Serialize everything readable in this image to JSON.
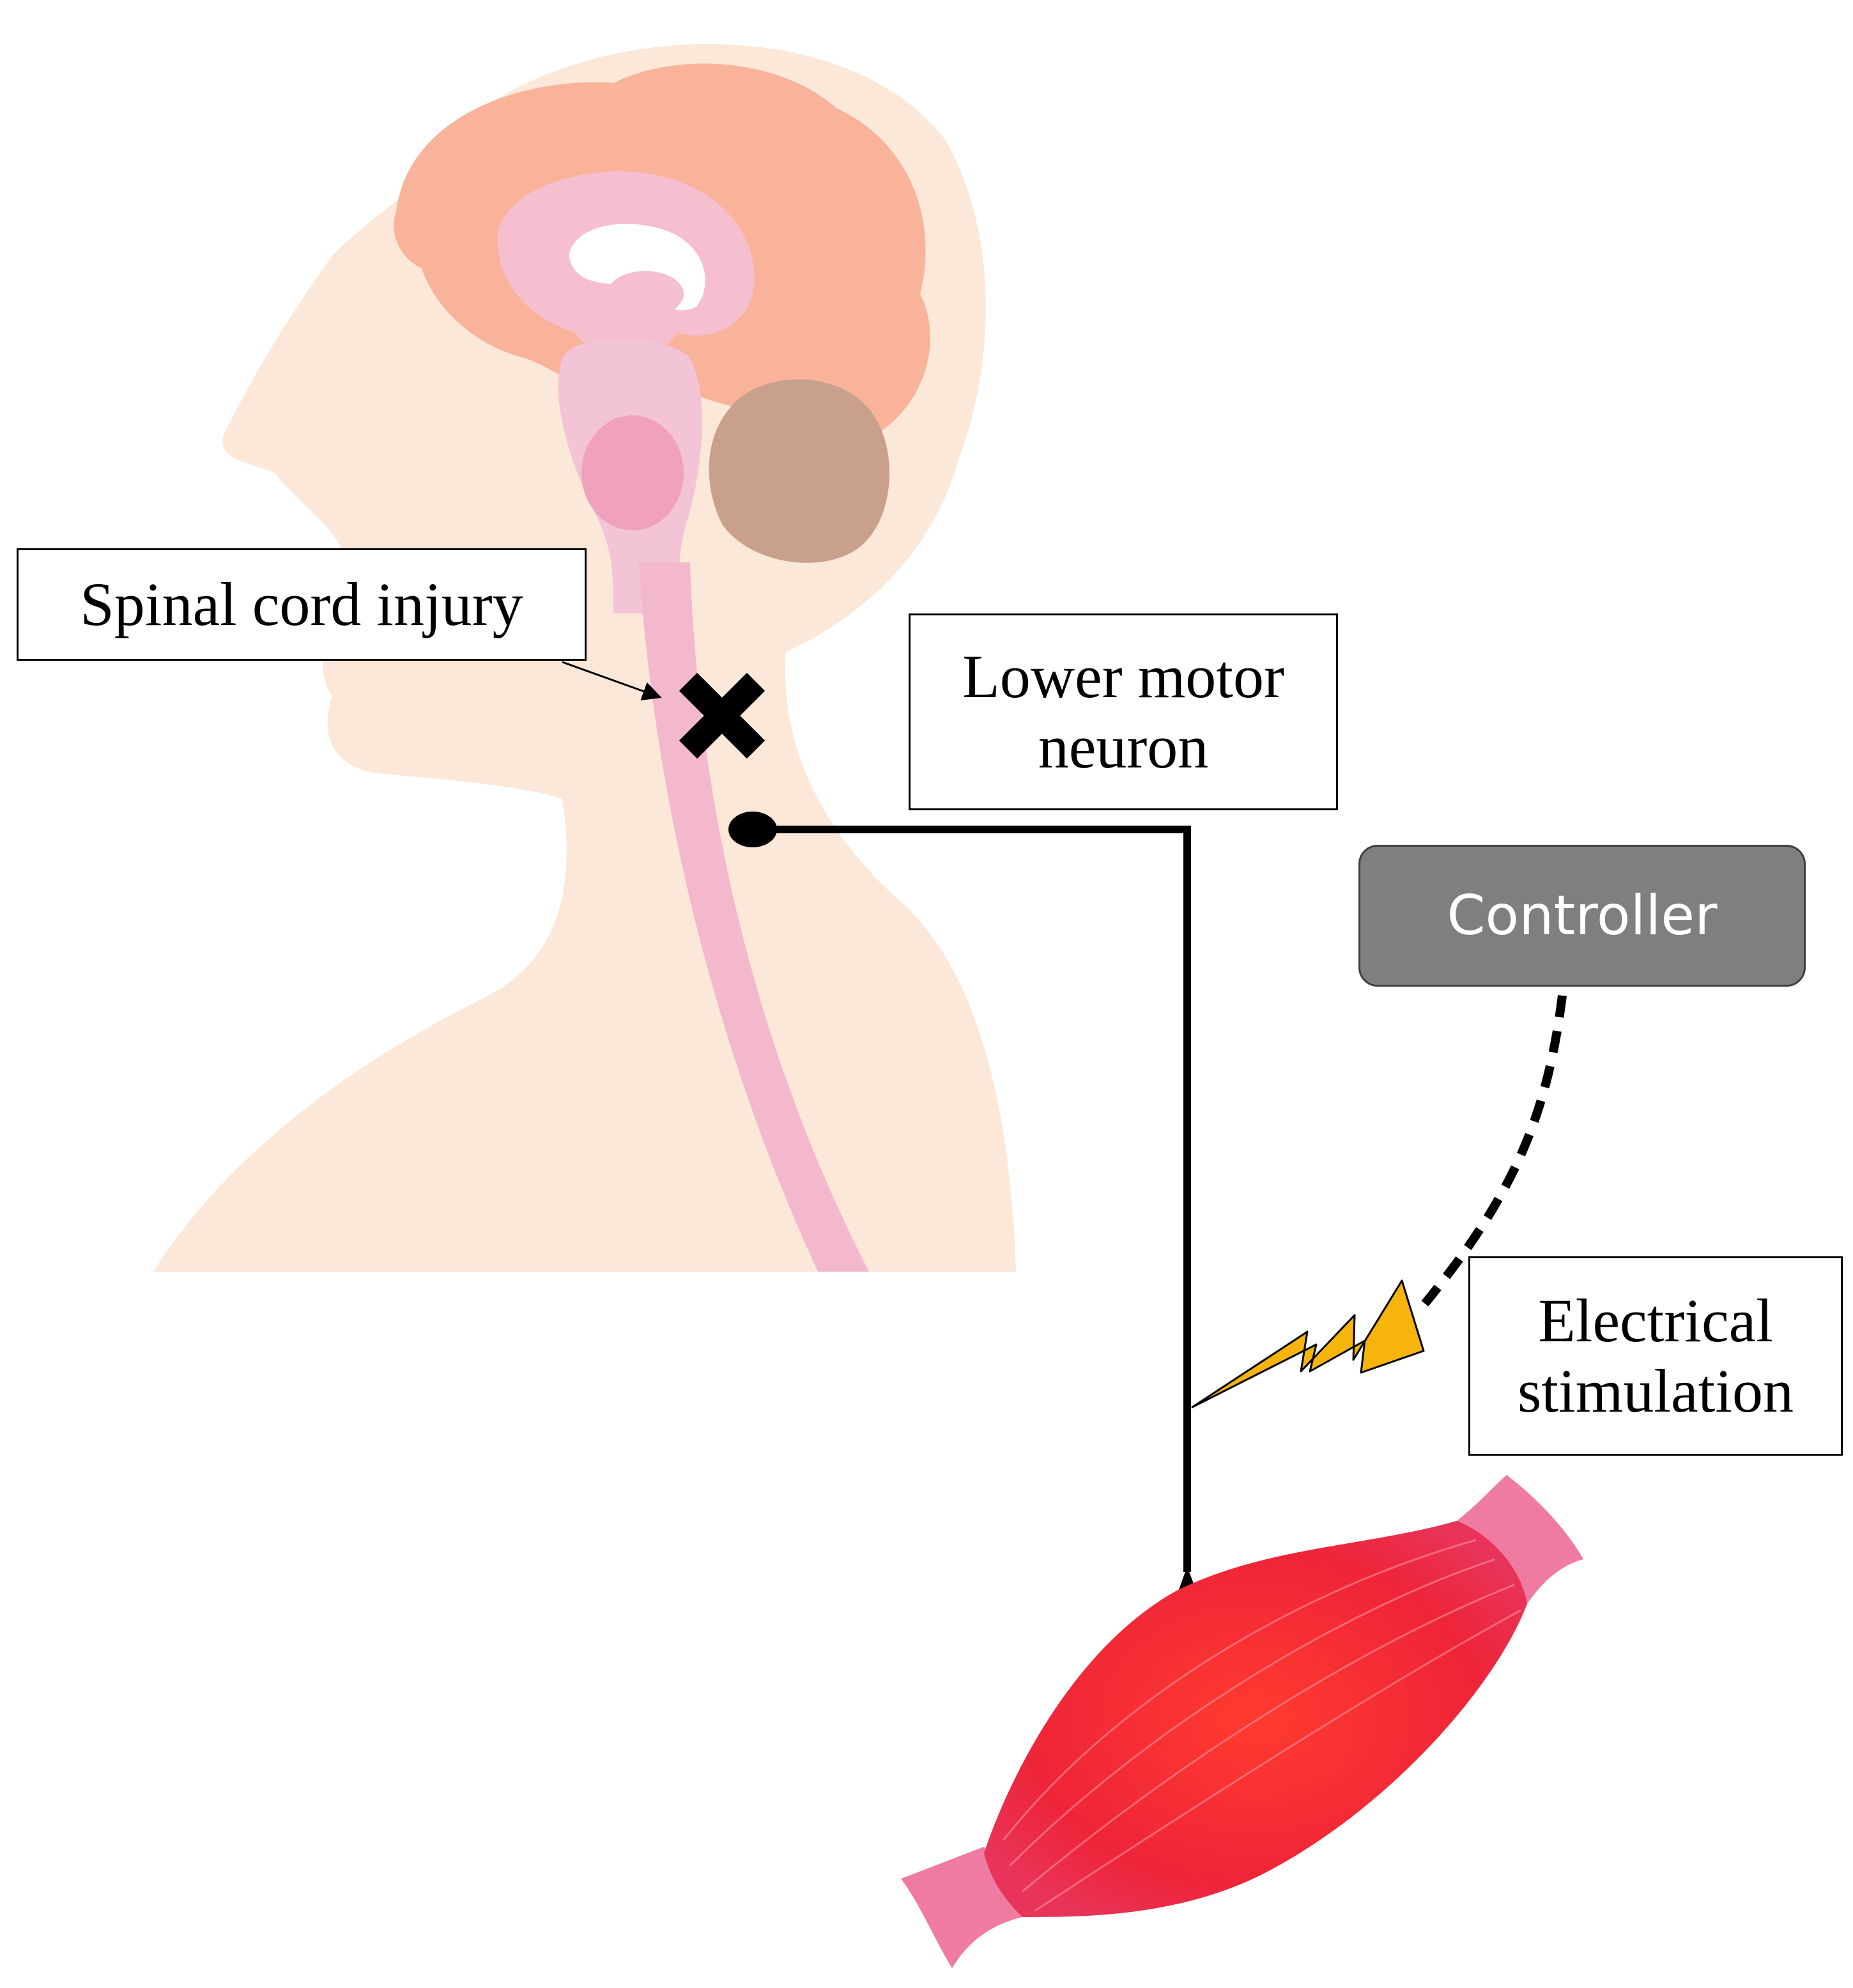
{
  "labels": {
    "spinal_cord_injury": "Spinal cord injury",
    "lower_motor_neuron_line1": "Lower motor",
    "lower_motor_neuron_line2": "neuron",
    "controller": "Controller",
    "electrical_stimulation_line1": "Electrical",
    "electrical_stimulation_line2": "stimulation"
  },
  "icons": {
    "injury_marker": "cross-icon",
    "stimulation": "lightning-bolt-icon"
  },
  "colors": {
    "head_skin": "#fbe8d8",
    "brain": "#f8b39a",
    "brain_inner": "#f6bfd0",
    "cerebellum": "#c9a08c",
    "spinal_cord": "#f4b8cc",
    "neuron_line": "#000000",
    "controller_fill": "#7f7f7f",
    "controller_text": "#ffffff",
    "lightning": "#f6b40c",
    "muscle": "#ee2a3a",
    "tendon": "#f07ba0"
  }
}
